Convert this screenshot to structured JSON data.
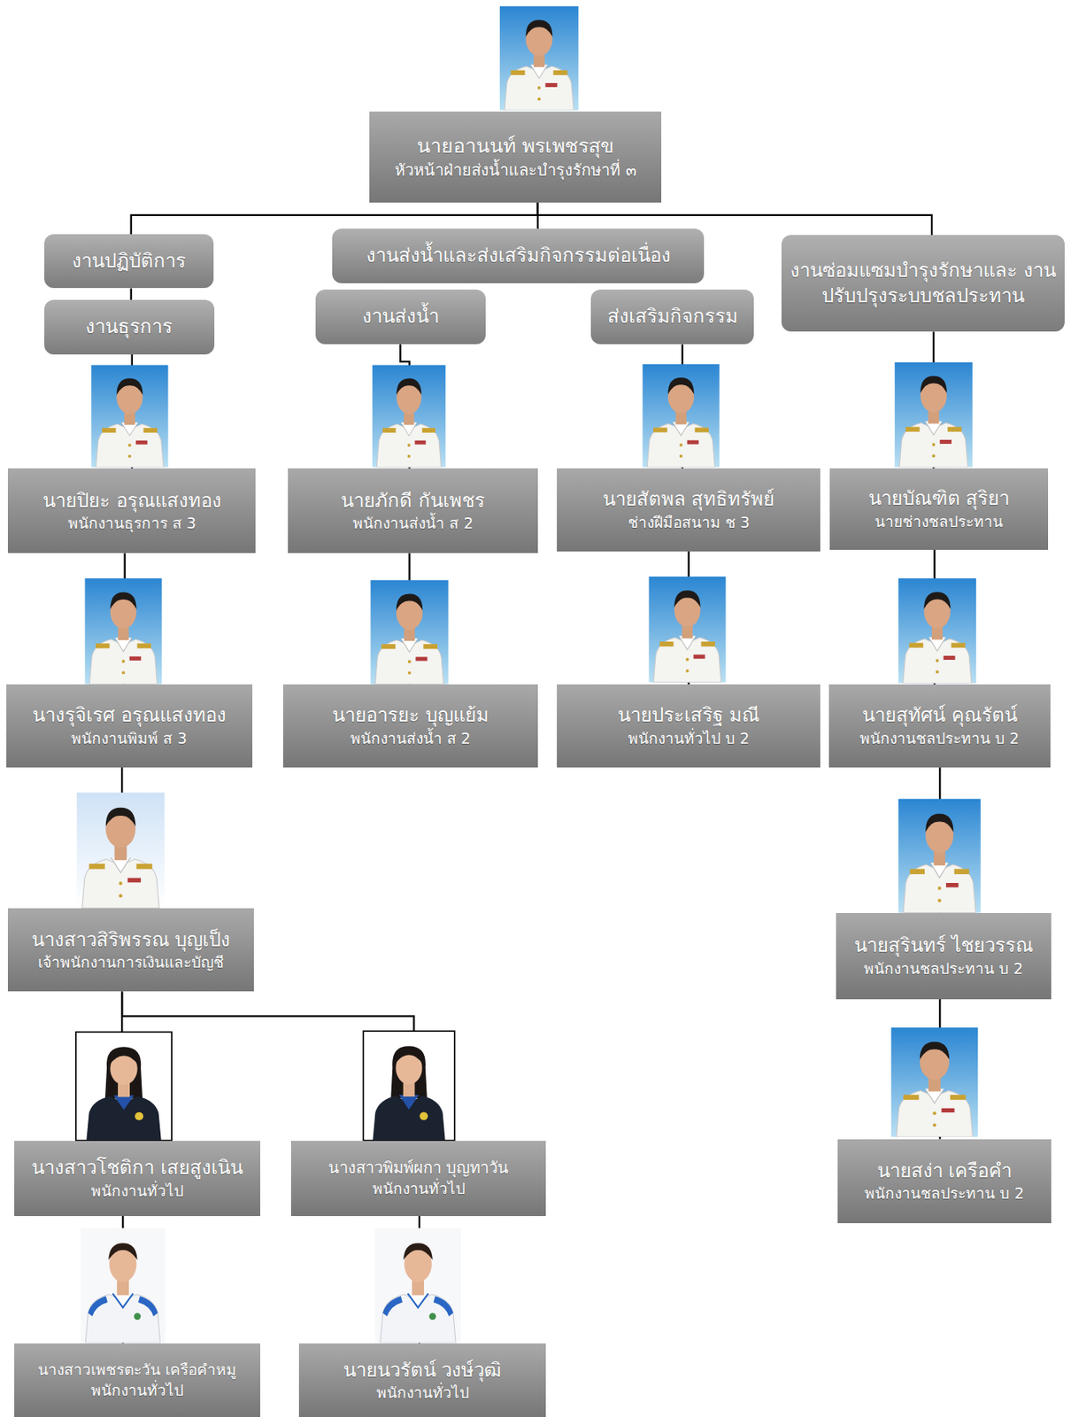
{
  "diagram": {
    "nodes": [
      {
        "text": [
          "นายอานนท์ พรเพชรสุข",
          "หัวหน้าฝ่ายส่งน้ำและบำรุงรักษาที่ ๓"
        ]
      },
      {
        "text": [
          "งานปฏิบัติการ"
        ]
      },
      {
        "text": [
          "งานส่งน้ำและส่งเสริมกิจกรรมต่อเนื่อง"
        ]
      },
      {
        "text": [
          "งานซ่อมแซมบำรุงรักษาและ งานปรับปรุงระบบชลประทาน"
        ]
      },
      {
        "text": [
          "งานธุรการ"
        ]
      },
      {
        "text": [
          "งานส่งน้ำ"
        ]
      },
      {
        "text": [
          "ส่งเสริมกิจกรรม"
        ]
      },
      {
        "text": [
          "นายปิยะ อรุณแสงทอง",
          "พนักงานธุรการ ส 3"
        ]
      },
      {
        "text": [
          "นายภักดี กันเพชร",
          "พนักงานส่งน้ำ ส 2"
        ]
      },
      {
        "text": [
          "นายสัตพล สุทธิทรัพย์",
          "ช่างฝีมือสนาม ช 3"
        ]
      },
      {
        "text": [
          "นายบัณฑิต สุริยา",
          "นายช่างชลประทาน"
        ]
      },
      {
        "text": [
          "นางรุจิเรศ อรุณแสงทอง",
          "พนักงานพิมพ์ ส 3"
        ]
      },
      {
        "text": [
          "นายอารยะ บุญแย้ม",
          "พนักงานส่งน้ำ ส 2"
        ]
      },
      {
        "text": [
          "นายประเสริฐ มณี",
          "พนักงานทั่วไป บ 2"
        ]
      },
      {
        "text": [
          "นายสุทัศน์ คุณรัตน์",
          "พนักงานชลประทาน บ 2"
        ]
      },
      {
        "text": [
          "นางสาวสิริพรรณ บุญเป็ง",
          "เจ้าพนักงานการเงินและบัญชี"
        ]
      },
      {
        "text": [
          "นายสุรินทร์ ไชยวรรณ",
          "พนักงานชลประทาน บ 2"
        ]
      },
      {
        "text": [
          "นางสาวโชติกา เสยสูงเนิน",
          "พนักงานทั่วไป"
        ]
      },
      {
        "text": [
          "นางสาวพิมพ์ผกา บุญทาวัน",
          "พนักงานทั่วไป"
        ]
      },
      {
        "text": [
          "นายสง่า เครือคำ",
          "พนักงานชลประทาน บ 2"
        ]
      },
      {
        "text": [
          "นางสาวเพชรตะวัน เครือคำหมู",
          "พนักงานทั่วไป"
        ]
      },
      {
        "text": [
          "นายนวรัตน์ วงษ์วุฒิ",
          "พนักงานทั่วไป"
        ]
      }
    ],
    "edges": [
      {
        "from": 0,
        "to": 1,
        "arrow": "none"
      },
      {
        "from": 0,
        "to": 2,
        "arrow": "none"
      },
      {
        "from": 0,
        "to": 3,
        "arrow": "none"
      },
      {
        "from": 1,
        "to": 4,
        "arrow": "none"
      },
      {
        "from": 4,
        "to": 7,
        "arrow": "none"
      },
      {
        "from": 5,
        "to": 8,
        "arrow": "none"
      },
      {
        "from": 6,
        "to": 9,
        "arrow": "none"
      },
      {
        "from": 3,
        "to": 10,
        "arrow": "none"
      },
      {
        "from": 7,
        "to": 11,
        "arrow": "none"
      },
      {
        "from": 8,
        "to": 12,
        "arrow": "none"
      },
      {
        "from": 9,
        "to": 13,
        "arrow": "none"
      },
      {
        "from": 10,
        "to": 14,
        "arrow": "none"
      },
      {
        "from": 11,
        "to": 15,
        "arrow": "none"
      },
      {
        "from": 14,
        "to": 16,
        "arrow": "none"
      },
      {
        "from": 15,
        "to": 17,
        "arrow": "none"
      },
      {
        "from": 15,
        "to": 18,
        "arrow": "none"
      },
      {
        "from": 16,
        "to": 19,
        "arrow": "none"
      },
      {
        "from": 17,
        "to": 20,
        "arrow": "none"
      },
      {
        "from": 18,
        "to": 21,
        "arrow": "none"
      }
    ]
  }
}
